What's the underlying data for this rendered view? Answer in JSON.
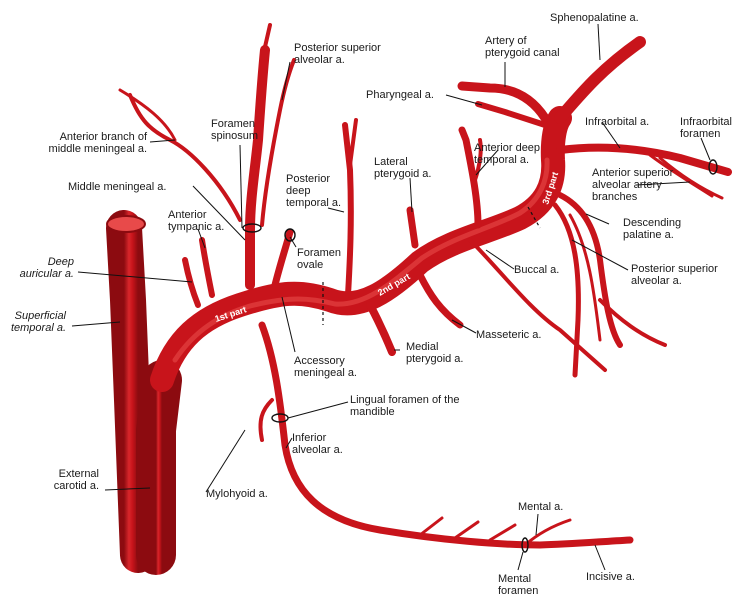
{
  "colors": {
    "artery_fill": "#c8141b",
    "artery_dark": "#8c0b10",
    "artery_highlight": "#e84a4a",
    "leader_line": "#111111",
    "text": "#1a1a1a",
    "background": "#ffffff"
  },
  "labels": {
    "sphenopalatine": [
      "Sphenopalatine a."
    ],
    "artery_pterygoid_canal": [
      "Artery of",
      "pterygoid canal"
    ],
    "posterior_superior_alveolar_top": [
      "Posterior superior",
      "alveolar a."
    ],
    "pharyngeal": [
      "Pharyngeal a."
    ],
    "infraorbital": [
      "Infraorbital a."
    ],
    "infraorbital_foramen": [
      "Infraorbital",
      "foramen"
    ],
    "anterior_branch_middle_meningeal": [
      "Anterior branch of",
      "middle meningeal a."
    ],
    "foramen_spinosum": [
      "Foramen",
      "spinosum"
    ],
    "anterior_deep_temporal": [
      "Anterior deep",
      "temporal a."
    ],
    "lateral_pterygoid": [
      "Lateral",
      "pterygoid a."
    ],
    "posterior_deep_temporal": [
      "Posterior",
      "deep",
      "temporal a."
    ],
    "middle_meningeal": [
      "Middle meningeal a."
    ],
    "anterior_superior_alveolar": [
      "Anterior superior",
      "alveolar artery",
      "branches"
    ],
    "anterior_tympanic": [
      "Anterior",
      "tympanic a."
    ],
    "descending_palatine": [
      "Descending",
      "palatine a."
    ],
    "foramen_ovale": [
      "Foramen",
      "ovale"
    ],
    "deep_auricular": [
      "Deep",
      "auricular a."
    ],
    "buccal": [
      "Buccal a."
    ],
    "posterior_superior_alveolar_right": [
      "Posterior superior",
      "alveolar a."
    ],
    "superficial_temporal": [
      "Superficial",
      "temporal a."
    ],
    "masseteric": [
      "Masseteric a."
    ],
    "medial_pterygoid": [
      "Medial",
      "pterygoid a."
    ],
    "accessory_meningeal": [
      "Accessory",
      "meningeal a."
    ],
    "lingual_foramen": [
      "Lingual foramen of the",
      "mandible"
    ],
    "inferior_alveolar": [
      "Inferior",
      "alveolar a."
    ],
    "external_carotid": [
      "External",
      "carotid a."
    ],
    "mylohyoid": [
      "Mylohyoid a."
    ],
    "mental_artery": [
      "Mental a."
    ],
    "mental_foramen": [
      "Mental",
      "foramen"
    ],
    "incisive": [
      "Incisive a."
    ]
  },
  "parts": {
    "first": "1st part",
    "second": "2nd part",
    "third": "3rd part"
  }
}
